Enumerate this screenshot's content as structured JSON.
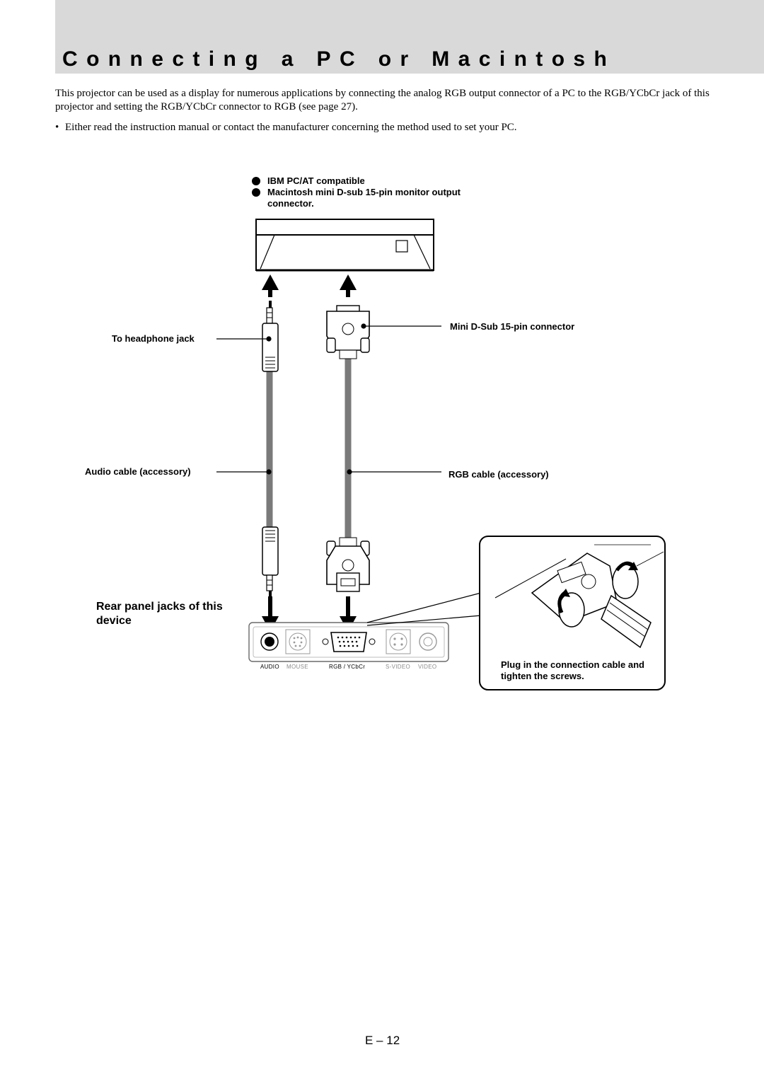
{
  "page": {
    "title": "Connecting a PC or Macintosh",
    "intro": "This projector can be used as a display for numerous applications by connecting the analog RGB output connector of a PC to the RGB/YCbCr jack of this projector and setting the RGB/YCbCr connector to RGB (see page 27).",
    "note": "Either read the instruction manual or contact the manufacturer concerning the method used to set your PC.",
    "page_number": "E – 12"
  },
  "diagram": {
    "compatible": [
      "IBM PC/AT compatible",
      "Macintosh mini D-sub 15-pin monitor output connector."
    ],
    "labels": {
      "headphone": "To headphone jack",
      "mini_dsub": "Mini D-Sub 15-pin connector",
      "audio_cable": "Audio cable (accessory)",
      "rgb_cable": "RGB cable (accessory)",
      "rear_panel": "Rear panel jacks of this device",
      "plug_in": "Plug in the connection cable and tighten the screws."
    },
    "panel_labels": {
      "audio": "AUDIO",
      "mouse": "MOUSE",
      "rgb": "RGB / YCbCr",
      "svideo": "S-VIDEO",
      "video": "VIDEO"
    },
    "colors": {
      "title_band": "#d9d9d9",
      "cable": "#777777",
      "dim_label": "#8c8c8c"
    }
  }
}
